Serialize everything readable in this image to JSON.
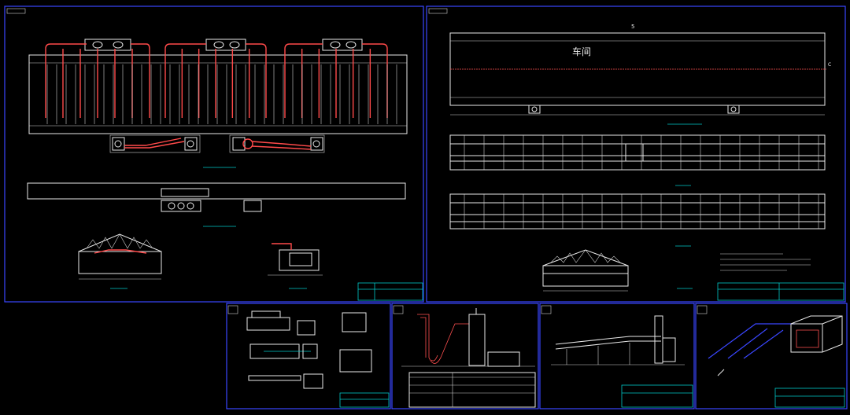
{
  "labels": {
    "workshop": "车间",
    "section_south": "5",
    "section_east": "C"
  },
  "colors": {
    "background": "#000000",
    "frame": "#3a46ff",
    "duct": "#ff4a4a",
    "line": "#e8e8e8",
    "note": "#00c8c8"
  }
}
